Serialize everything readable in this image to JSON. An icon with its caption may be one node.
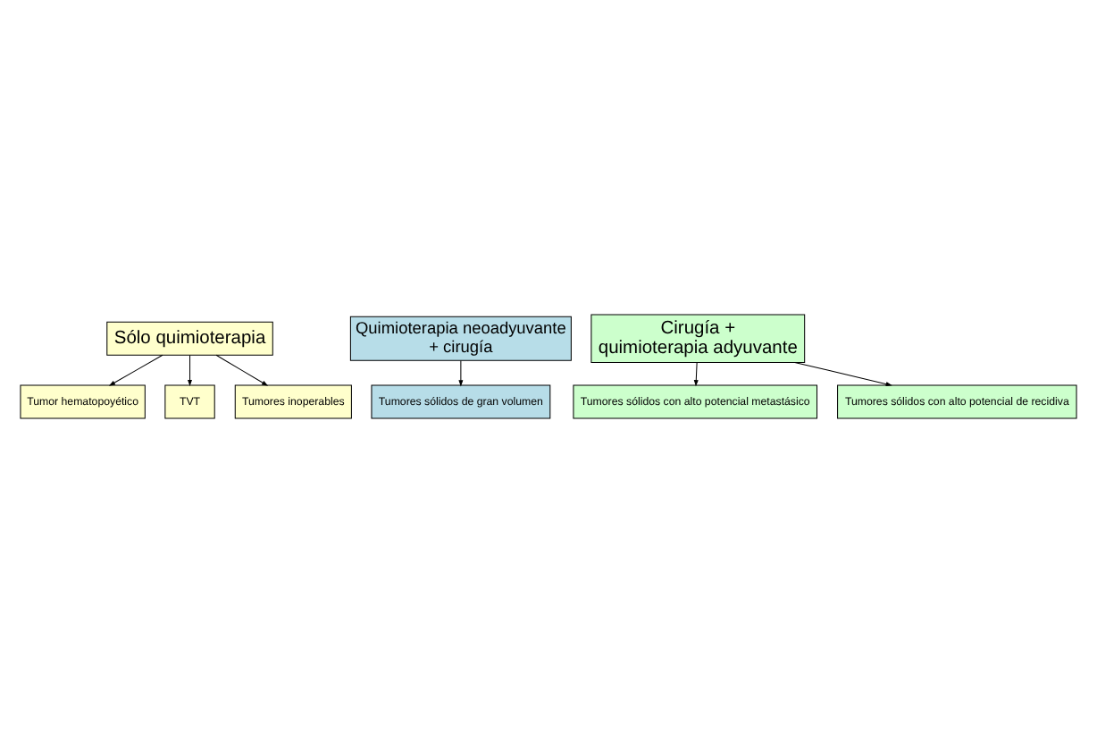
{
  "diagram": {
    "nodes": [
      {
        "text": [
          "Sólo quimioterapia"
        ]
      },
      {
        "text": [
          "Tumor hematopoyético"
        ]
      },
      {
        "text": [
          "TVT"
        ]
      },
      {
        "text": [
          "Tumores inoperables"
        ]
      },
      {
        "text": [
          "Quimioterapia neoadyuvante",
          "+ cirugía"
        ]
      },
      {
        "text": [
          "Tumores sólidos de gran volumen"
        ]
      },
      {
        "text": [
          "Cirugía +",
          "quimioterapia adyuvante"
        ]
      },
      {
        "text": [
          "Tumores sólidos con alto potencial metastásico"
        ]
      },
      {
        "text": [
          "Tumores sólidos con alto potencial de recidiva"
        ]
      }
    ],
    "edges": [
      {
        "from": 0,
        "to": 1,
        "arrow": "to"
      },
      {
        "from": 0,
        "to": 2,
        "arrow": "to"
      },
      {
        "from": 0,
        "to": 3,
        "arrow": "to"
      },
      {
        "from": 4,
        "to": 5,
        "arrow": "to"
      },
      {
        "from": 6,
        "to": 7,
        "arrow": "to"
      },
      {
        "from": 6,
        "to": 8,
        "arrow": "to"
      }
    ]
  }
}
